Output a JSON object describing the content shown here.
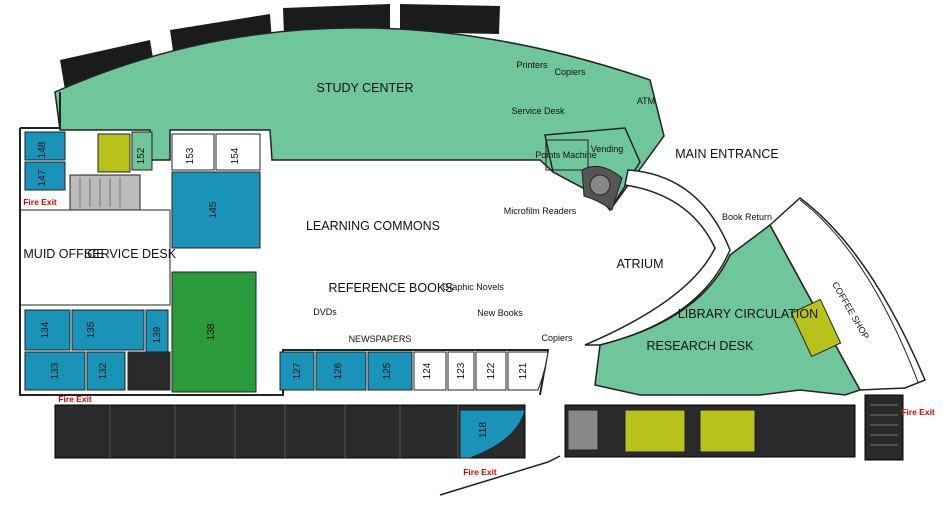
{
  "areas": {
    "study_center": "STUDY CENTER",
    "learning_commons": "LEARNING COMMONS",
    "main_entrance": "MAIN ENTRANCE",
    "reference_books": "REFERENCE BOOKS",
    "atrium": "ATRIUM",
    "muid_office": "MUID OFFICE",
    "service_desk": "SERVICE DESK",
    "library_circulation": "LIBRARY CIRCULATION",
    "research_desk": "RESEARCH DESK",
    "coffee_shop": "COFFEE SHOP"
  },
  "small_labels": {
    "printers": "Printers",
    "copiers_top": "Copiers",
    "atm": "ATM",
    "service_desk_small": "Service Desk",
    "points_machine": "Points Machine",
    "vending": "Vending",
    "microfilm_readers": "Microfilm Readers",
    "book_return": "Book Return",
    "graphic_novels": "Graphic Novels",
    "new_books": "New Books",
    "dvds": "DVDs",
    "newspapers": "NEWSPAPERS",
    "copiers_bottom": "Copiers"
  },
  "fire_exits": {
    "west_upper": "Fire Exit",
    "west_lower": "Fire Exit",
    "south": "Fire Exit",
    "east": "Fire Exit"
  },
  "rooms": {
    "r118": "118",
    "r121": "121",
    "r122": "122",
    "r123": "123",
    "r124": "124",
    "r125": "125",
    "r126": "126",
    "r127": "127",
    "r132": "132",
    "r133": "133",
    "r134": "134",
    "r135": "135",
    "r138": "138",
    "r139": "139",
    "r145": "145",
    "r147": "147",
    "r148": "148",
    "r152": "152",
    "r153": "153",
    "r154": "154"
  },
  "colors": {
    "study_green": "#6fc69a",
    "room_blue": "#1a93b8",
    "room_green": "#2b9a3a",
    "restroom": "#b9c21a",
    "dark_wing": "#2a2a2a",
    "fire_red": "#e00000"
  }
}
